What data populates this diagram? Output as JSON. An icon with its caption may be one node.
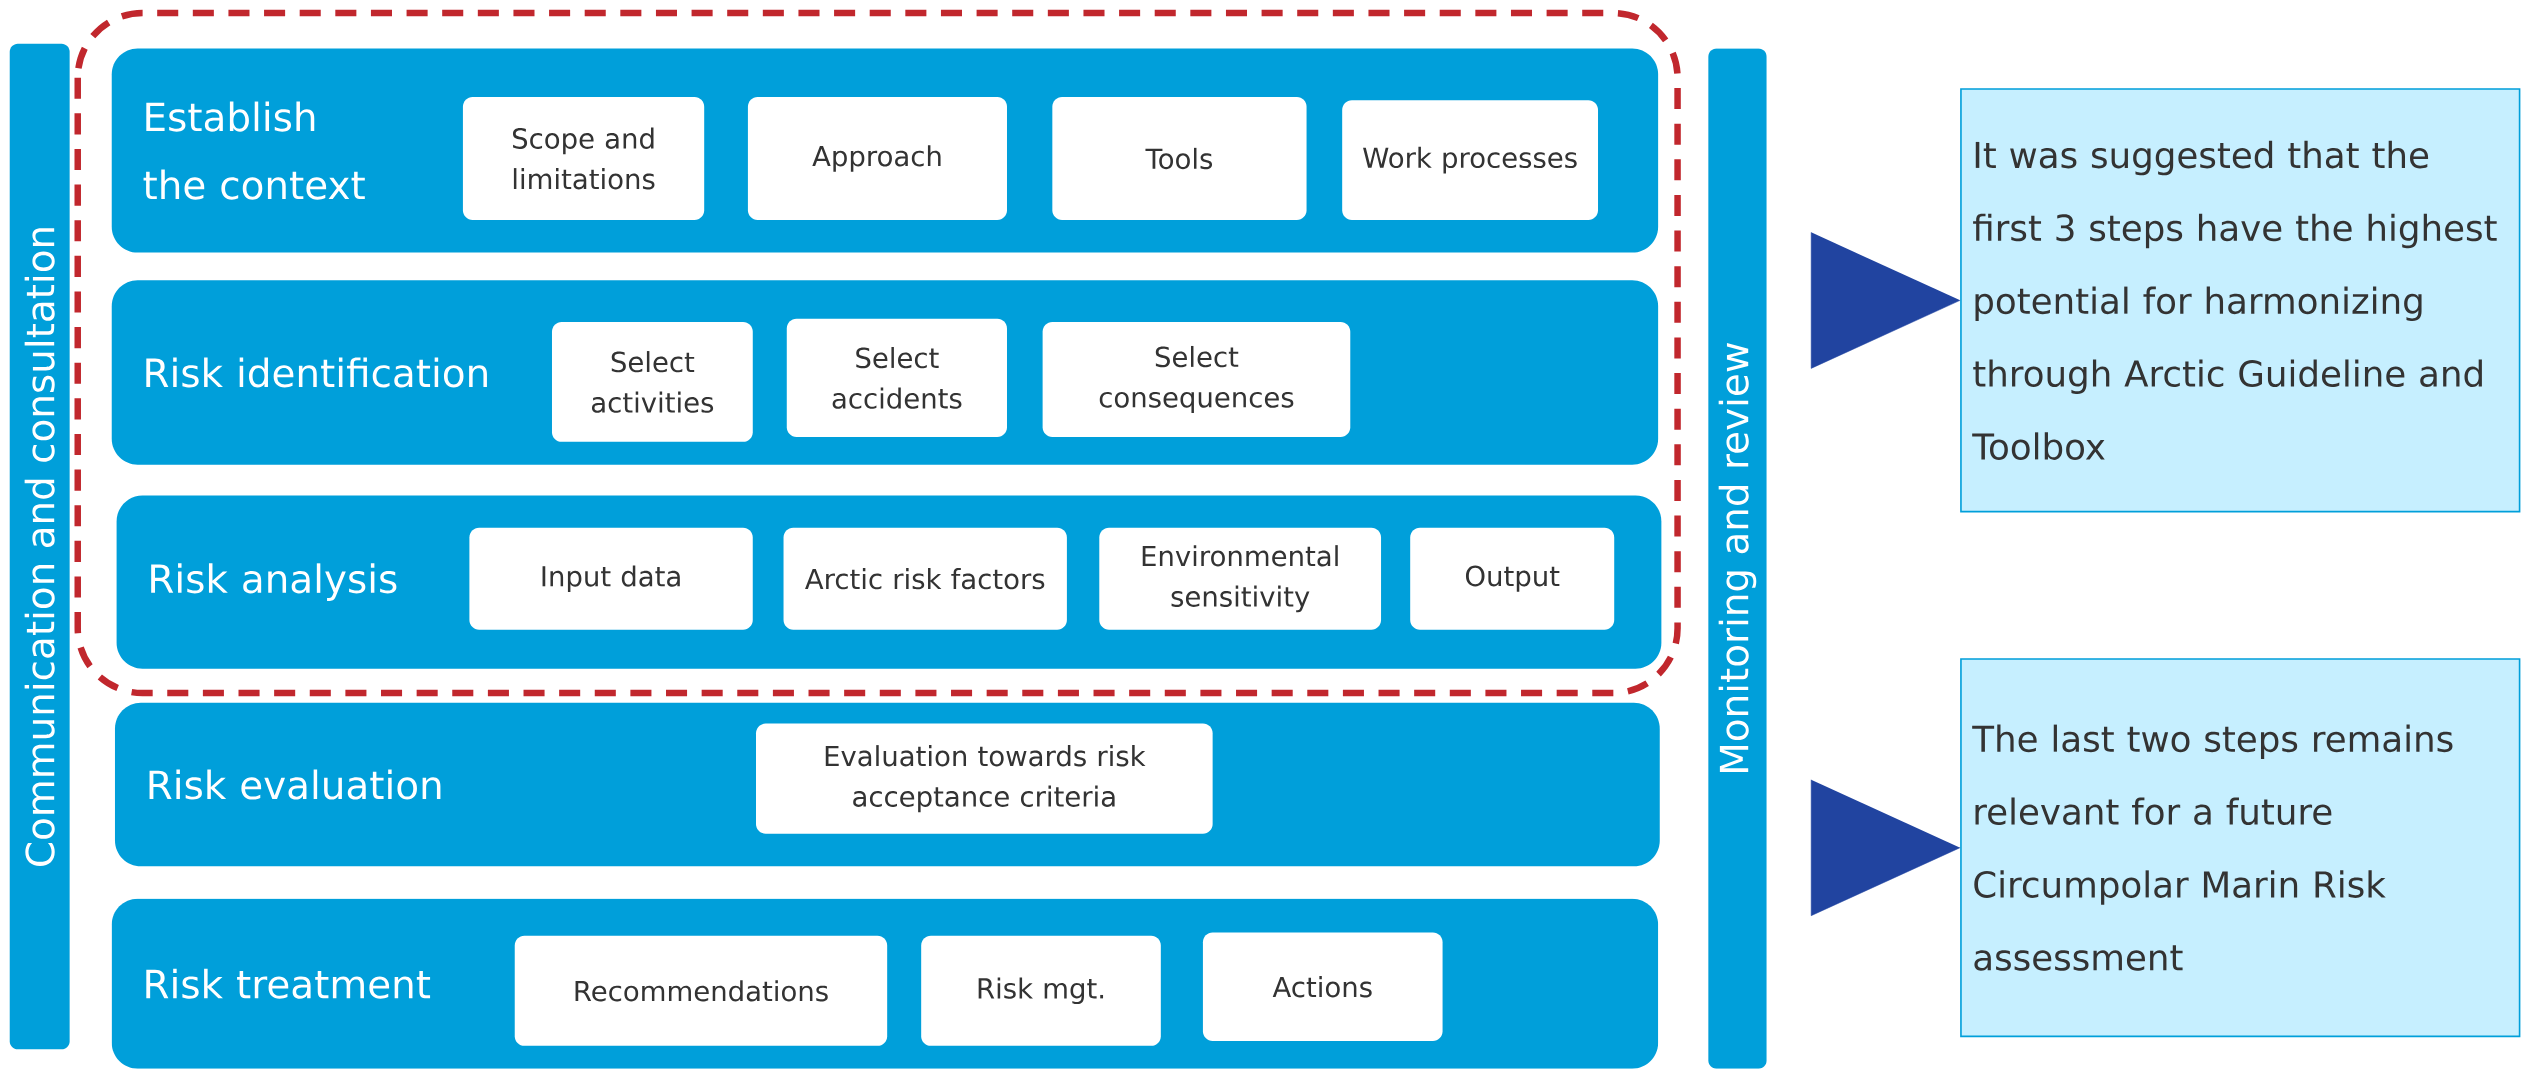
{
  "diagram": {
    "nodes": [
      {
        "text": [
          "Communication and consultation"
        ]
      },
      {
        "text": [
          "Establish the context"
        ]
      },
      {
        "text": [
          "Scope and limitations"
        ],
        "in": 1
      },
      {
        "text": [
          "Approach"
        ],
        "in": 1
      },
      {
        "text": [
          "Tools"
        ],
        "in": 1
      },
      {
        "text": [
          "Work processes"
        ],
        "in": 1
      },
      {
        "text": [
          "Risk identification"
        ]
      },
      {
        "text": [
          "Select activities"
        ],
        "in": 6
      },
      {
        "text": [
          "Select accidents"
        ],
        "in": 6
      },
      {
        "text": [
          "Select consequences"
        ],
        "in": 6
      },
      {
        "text": [
          "Risk analysis"
        ]
      },
      {
        "text": [
          "Input data"
        ],
        "in": 10
      },
      {
        "text": [
          "Arctic risk factors"
        ],
        "in": 10
      },
      {
        "text": [
          "Environmental sensitivity"
        ],
        "in": 10
      },
      {
        "text": [
          "Output"
        ],
        "in": 10
      },
      {
        "text": [
          "Risk evaluation"
        ]
      },
      {
        "text": [
          "Evaluation towards risk acceptance criteria"
        ],
        "in": 15
      },
      {
        "text": [
          "Risk treatment"
        ]
      },
      {
        "text": [
          "Recommendations"
        ],
        "in": 17
      },
      {
        "text": [
          "Risk mgt."
        ],
        "in": 17
      },
      {
        "text": [
          "Actions"
        ],
        "in": 17
      },
      {
        "text": [
          "Monitoring and review"
        ]
      },
      {
        "text": [
          "It was suggested that the first 3 steps have the highest potential for harmonizing through Arctic Guideline and Toolbox"
        ]
      },
      {
        "text": [
          "The last two steps remains relevant for a future Circumpolar Marin Risk assessment"
        ]
      }
    ],
    "edges": [
      {
        "from": null,
        "to": 22,
        "arrow": "to"
      },
      {
        "from": null,
        "to": 23,
        "arrow": "to"
      }
    ]
  }
}
